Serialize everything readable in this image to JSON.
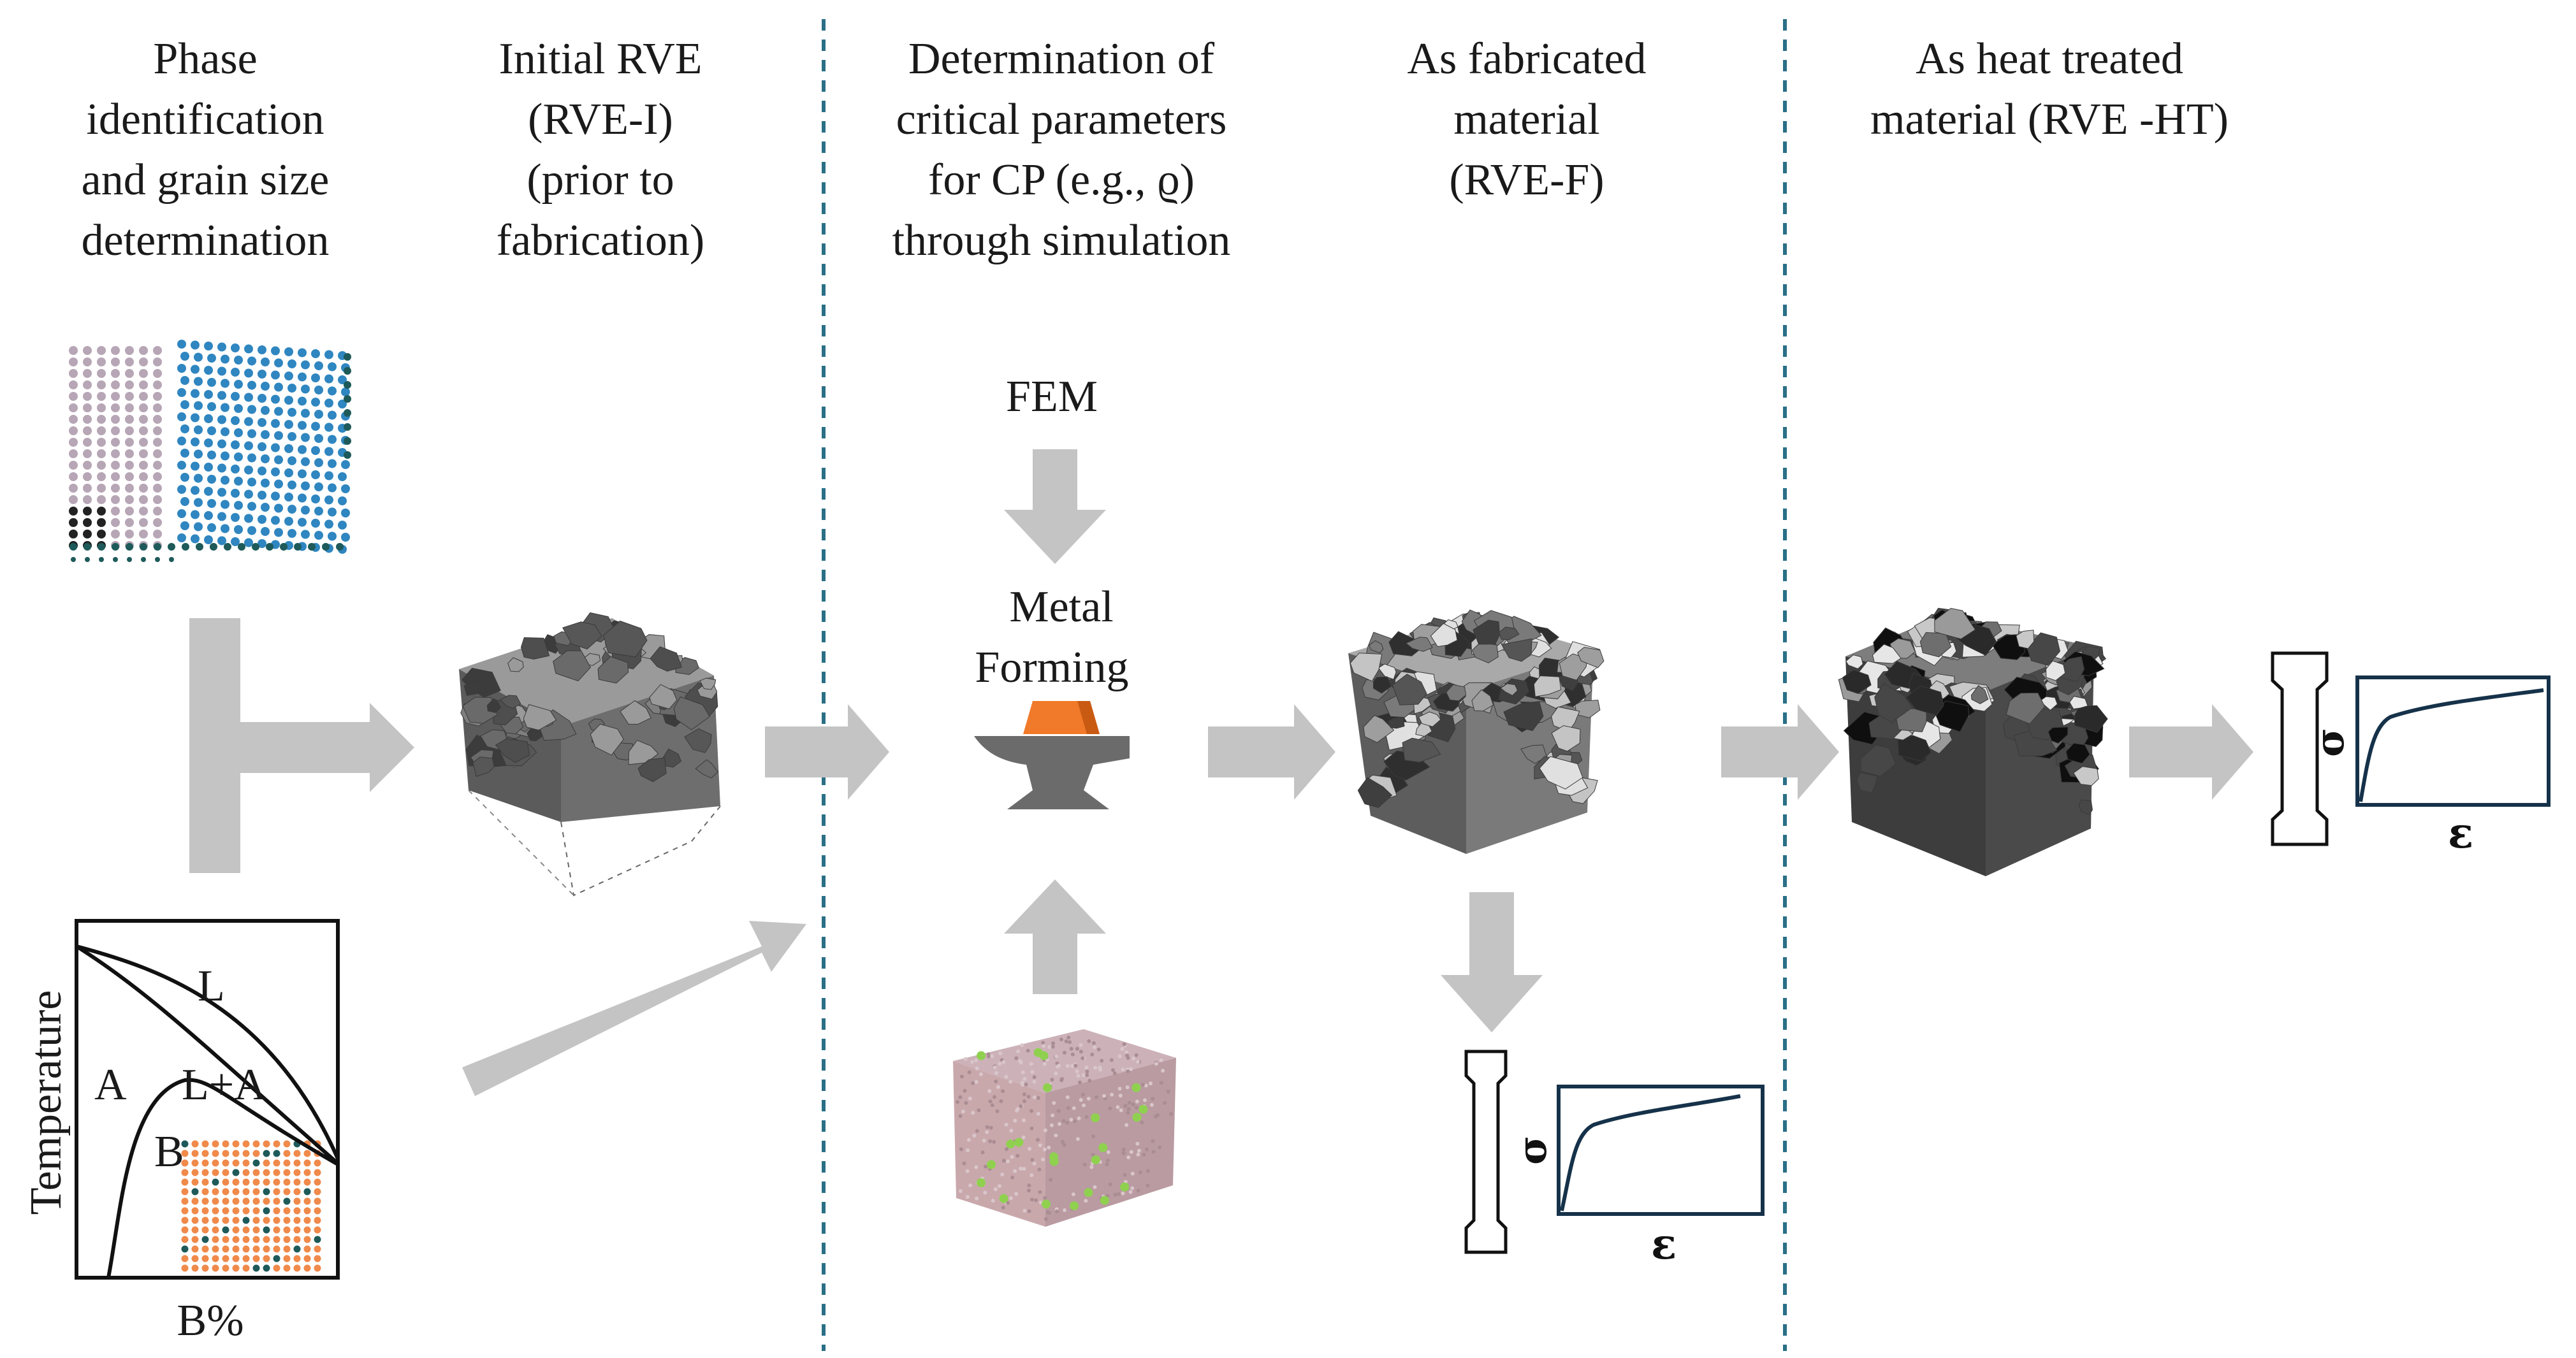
{
  "headers": [
    {
      "lines": [
        "Phase",
        "identification",
        "and grain size",
        "determination"
      ]
    },
    {
      "lines": [
        "Initial RVE",
        "(RVE-I)",
        "(prior to",
        "fabrication)"
      ]
    },
    {
      "lines": [
        "Determination of",
        "critical parameters",
        "for CP (e.g., ϱ)",
        "through simulation"
      ]
    },
    {
      "lines": [
        "As fabricated",
        "material",
        "(RVE-F)"
      ]
    },
    {
      "lines": [
        "As heat treated",
        "material (RVE -HT)"
      ]
    }
  ],
  "process": {
    "fem_label": "FEM",
    "forming_line1": "Metal",
    "forming_line2": "Forming"
  },
  "phase_diagram": {
    "ylabel": "Temperature",
    "xlabel": "B%",
    "regions": [
      "L",
      "A",
      "L+A",
      "B"
    ]
  },
  "stress_strain": {
    "sigma": "σ",
    "epsilon": "ε"
  },
  "colors": {
    "divider": "#2a6f86",
    "arrow": "#c4c4c4",
    "anvil": "#6b6b6b",
    "anvil_top": "#f07a2a",
    "atom_gray": "#b7a6b5",
    "atom_blue": "#2f86c0",
    "atom_dark": "#1e5a5a",
    "atom_orange": "#f08a4b"
  },
  "icons": [
    "anvil-icon",
    "tensile-specimen-icon",
    "rve-cube-icon",
    "atomistic-cube-icon"
  ]
}
